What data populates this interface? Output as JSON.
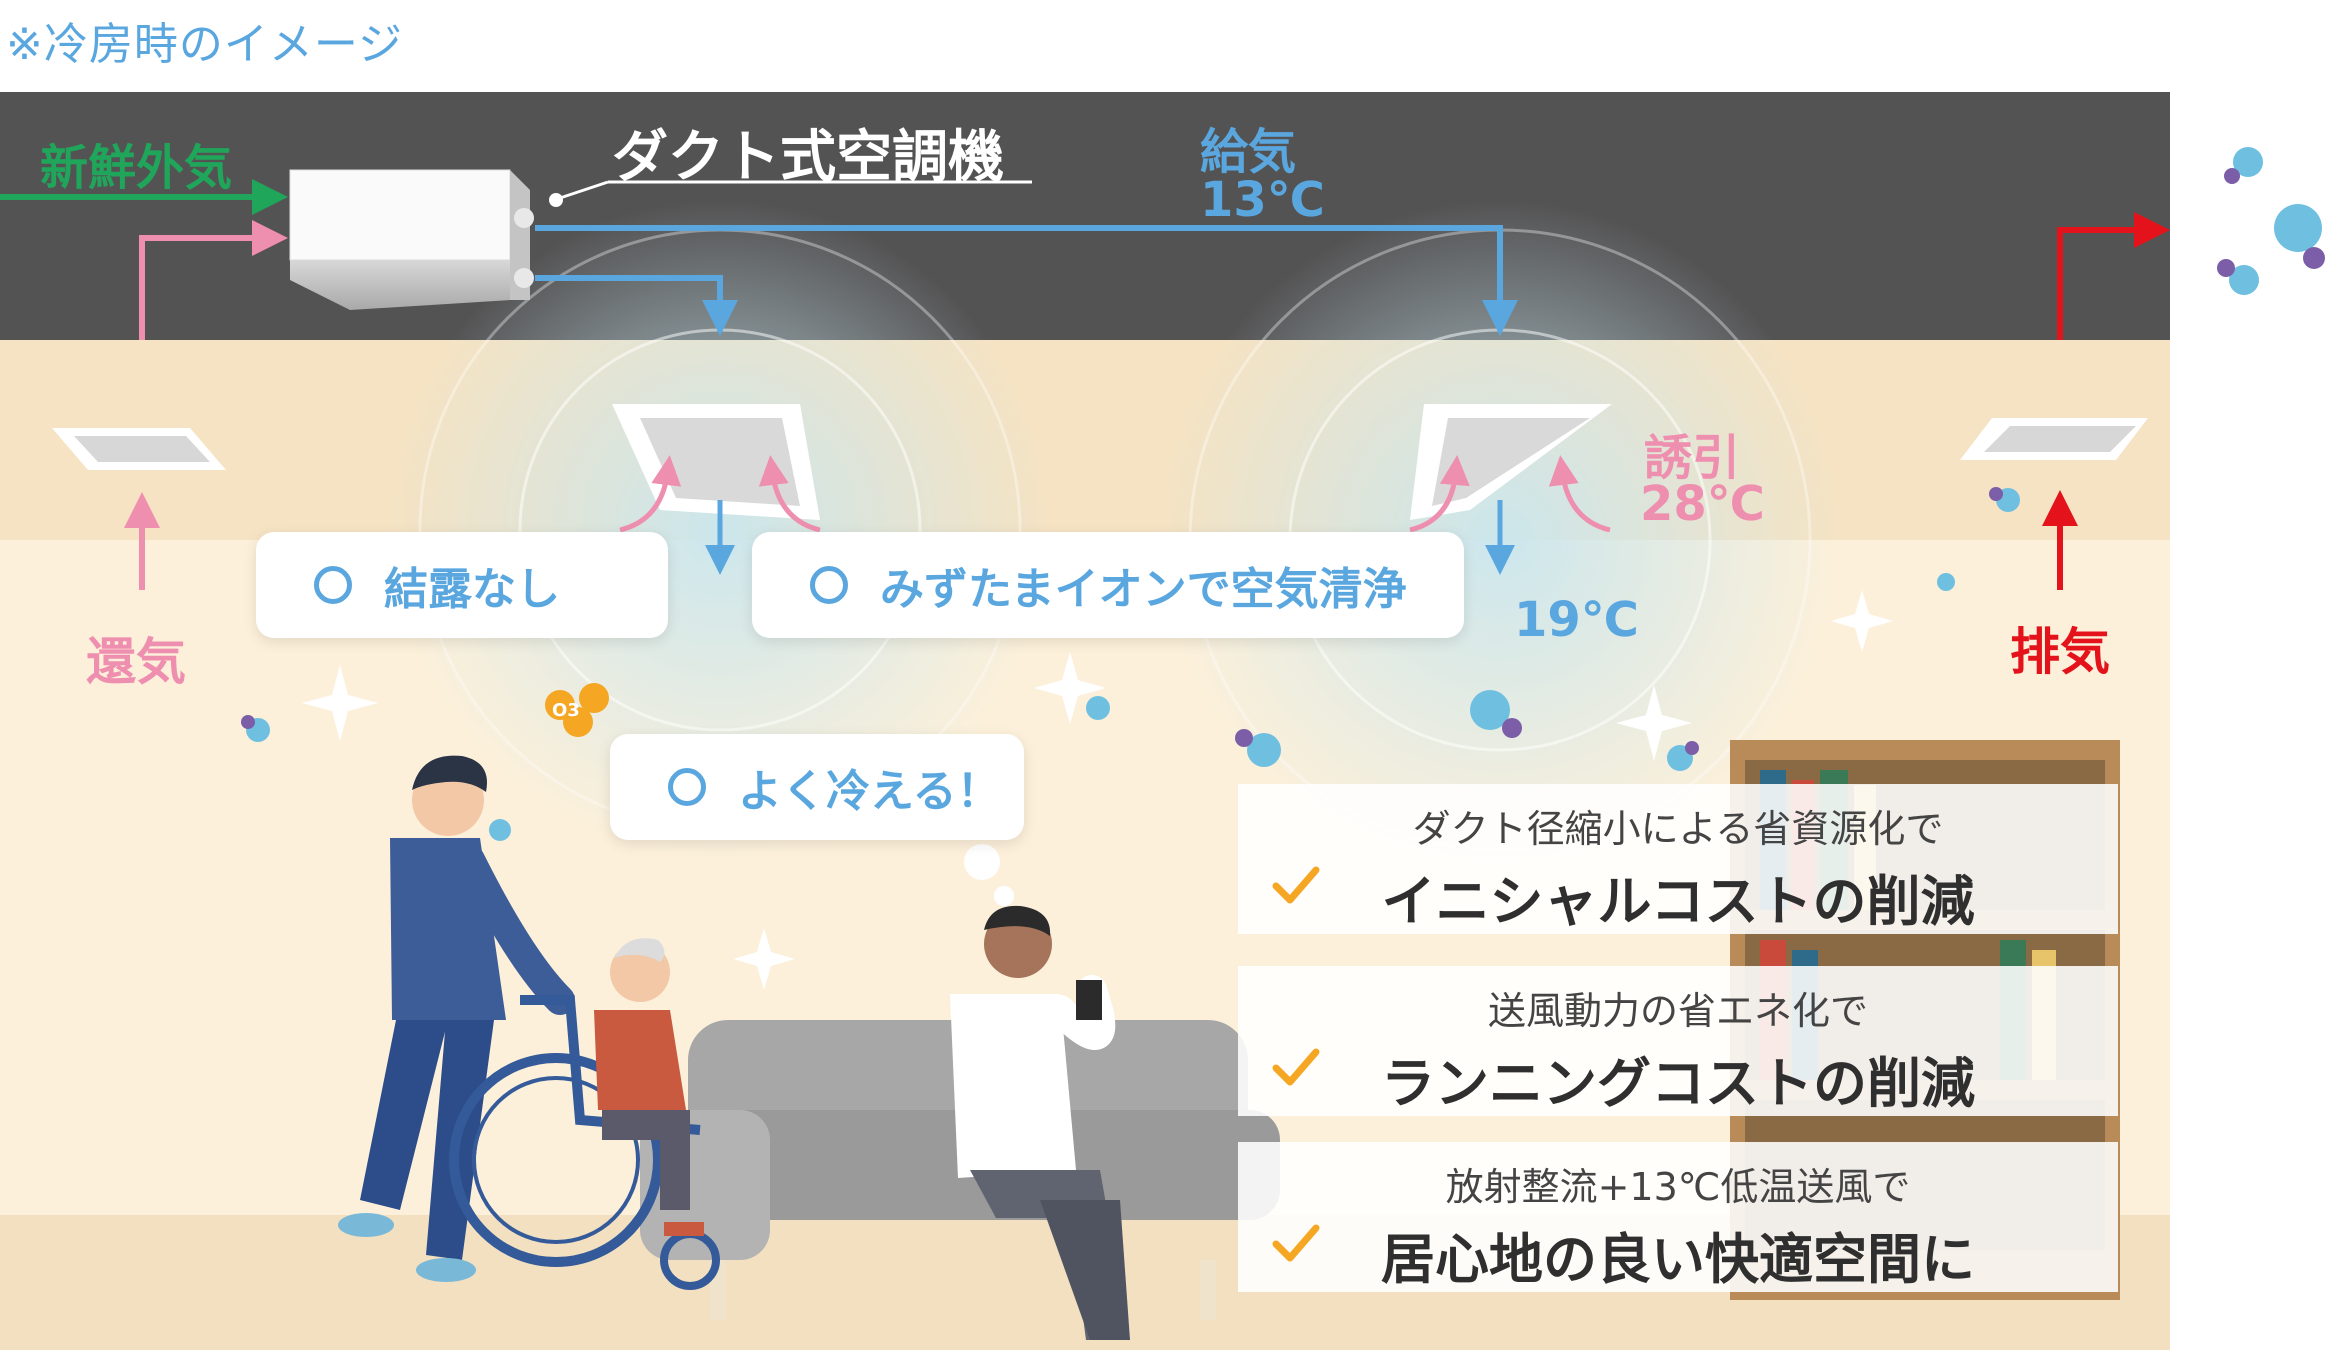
{
  "note": "※冷房時のイメージ",
  "labels": {
    "fresh_air": "新鮮外気",
    "unit_name": "ダクト式空調機",
    "supply_air": "給気",
    "supply_temp": "13℃",
    "induction": "誘引",
    "induction_temp": "28℃",
    "room_temp": "19℃",
    "return_air": "還気",
    "exhaust": "排気",
    "ozone": "O3"
  },
  "bubbles": [
    {
      "text": "結露なし"
    },
    {
      "text": "みずたまイオンで空気清浄"
    },
    {
      "text": "よく冷える！"
    }
  ],
  "benefits": [
    {
      "sub": "ダクト径縮小による省資源化で",
      "main": "イニシャルコストの削減"
    },
    {
      "sub": "送風動力の省エネ化で",
      "main": "ランニングコストの削減"
    },
    {
      "sub": "放射整流+13℃低温送風で",
      "main": "居心地の良い快適空間に"
    }
  ],
  "colors": {
    "ceiling": "#545354",
    "wall": "#fcf0da",
    "band": "#f5e3c3",
    "floor": "#f2e0c0",
    "fresh": "#1fa65a",
    "return": "#ef8fb0",
    "supply": "#5aa7e0",
    "exhaust": "#e3121b",
    "accent": "#f5ea39",
    "check": "#f5a623"
  }
}
